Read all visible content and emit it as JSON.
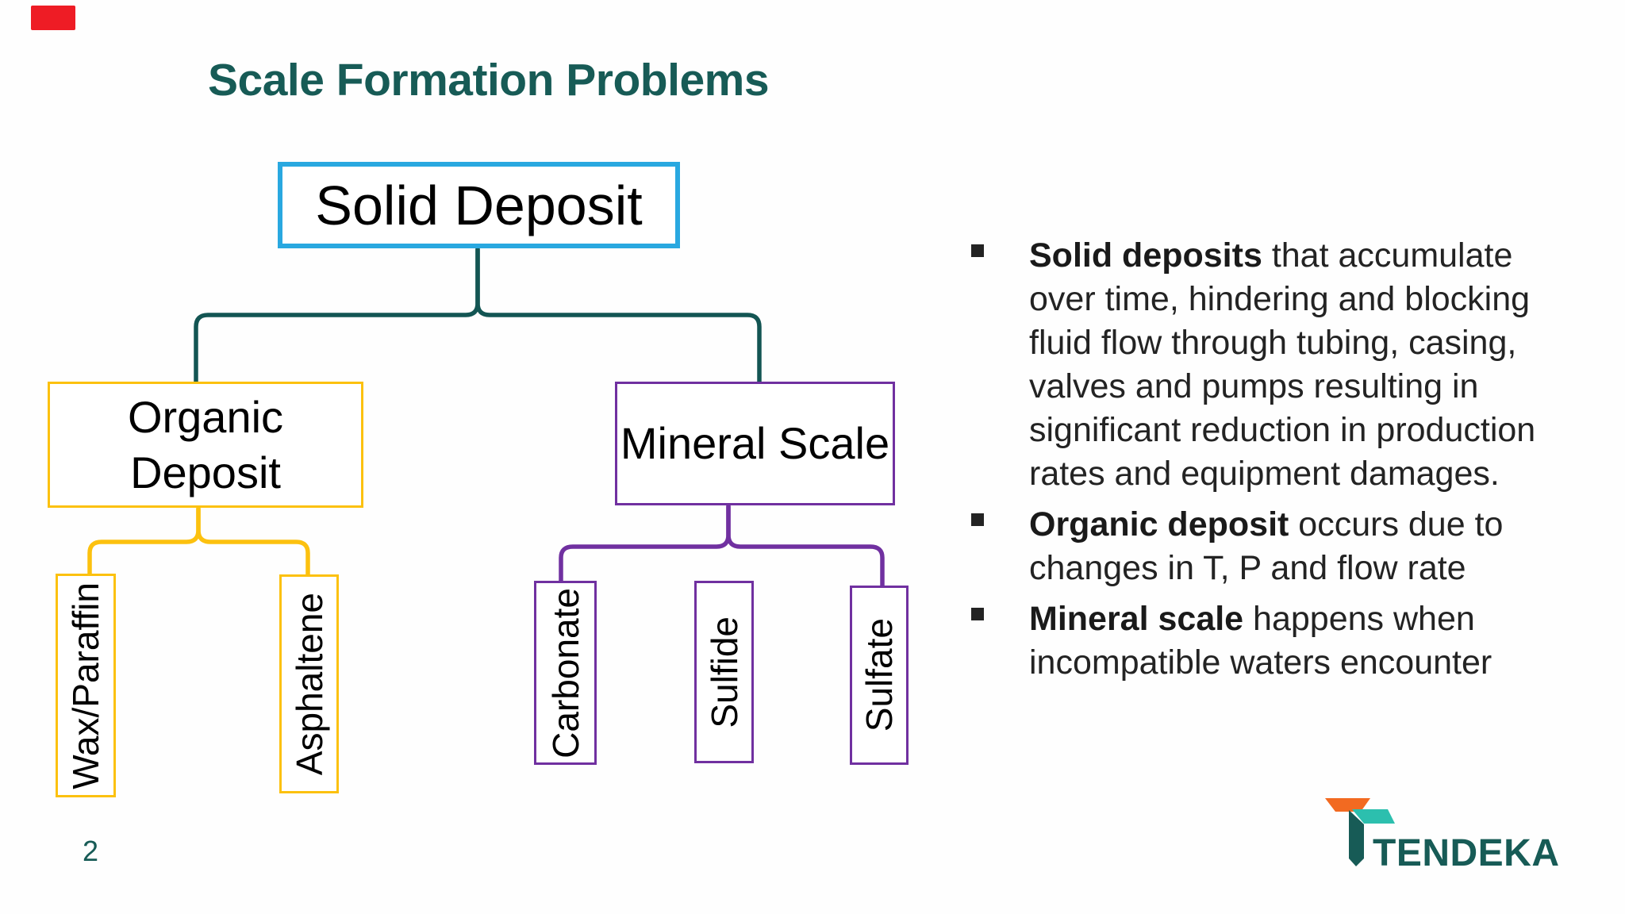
{
  "slide": {
    "title": "Scale Formation Problems",
    "page_number": "2"
  },
  "diagram": {
    "root": {
      "label": "Solid Deposit"
    },
    "branches": [
      {
        "label": "Organic Deposit",
        "children": [
          "Wax/Paraffin",
          "Asphaltene"
        ]
      },
      {
        "label": "Mineral Scale",
        "children": [
          "Carbonate",
          "Sulfide",
          "Sulfate"
        ]
      }
    ]
  },
  "bullets": [
    {
      "bold": "Solid deposits",
      "rest": " that accumulate over time, hindering and blocking fluid flow through tubing, casing, valves and pumps resulting in significant reduction in production rates and equipment damages."
    },
    {
      "bold": "Organic deposit",
      "rest": " occurs due to changes in T, P and flow rate"
    },
    {
      "bold": "Mineral scale",
      "rest": " happens when incompatible waters encounter"
    }
  ],
  "logo": {
    "brand": "TENDEKA"
  },
  "colors": {
    "title_teal": "#175b56",
    "connector_teal": "#135553",
    "accent_blue": "#29a8e0",
    "accent_yellow": "#fcc10f",
    "accent_purple": "#7030a0",
    "logo_orange": "#f26a21",
    "logo_teal": "#2cbfae",
    "red_marker": "#ee1c25",
    "body_text": "#232323"
  }
}
